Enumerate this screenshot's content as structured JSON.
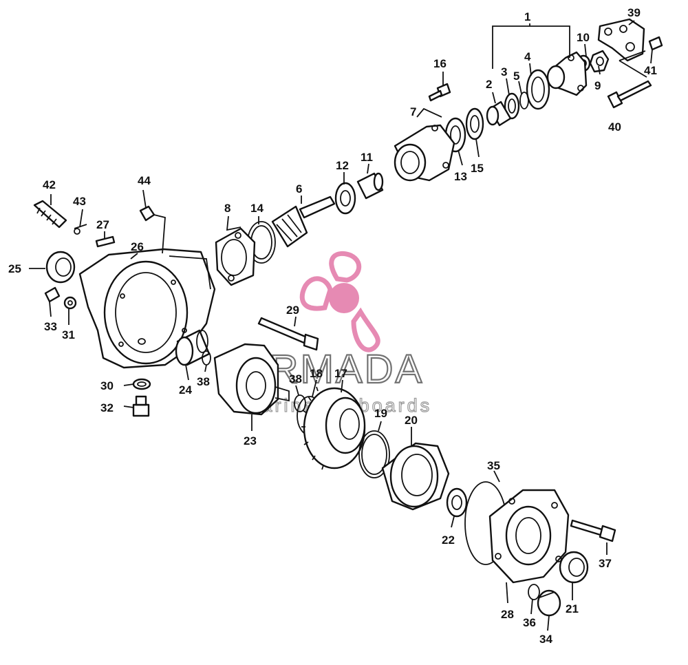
{
  "watermark": {
    "brand": "ARMADA",
    "tagline": "marine outboards",
    "accent_color": "#e68ab3",
    "icon": "propeller-logo"
  },
  "callouts": [
    "1",
    "2",
    "3",
    "4",
    "5",
    "6",
    "7",
    "8",
    "9",
    "10",
    "11",
    "12",
    "13",
    "14",
    "15",
    "16",
    "17",
    "18",
    "19",
    "20",
    "21",
    "22",
    "23",
    "24",
    "25",
    "26",
    "27",
    "28",
    "29",
    "30",
    "31",
    "32",
    "33",
    "34",
    "35",
    "36",
    "37",
    "38",
    "38",
    "39",
    "40",
    "41",
    "42",
    "43",
    "44"
  ]
}
